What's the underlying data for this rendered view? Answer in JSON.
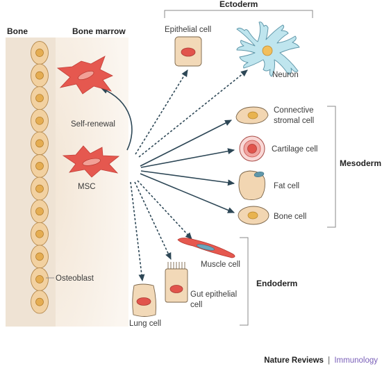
{
  "colors": {
    "bone_column": "#efe3d4",
    "marrow_band": "#f6ece1",
    "osteo_cell": "#f2d1a1",
    "osteo_nucleus": "#e5ad52",
    "msc_red": "#e5584f",
    "arrow": "#2d4756",
    "brace": "#8a8a8a",
    "neuron": "#bfe5ee",
    "credit_accent": "#7a5fb8"
  },
  "headers": {
    "bone": "Bone",
    "bone_marrow": "Bone marrow",
    "ectoderm": "Ectoderm",
    "mesoderm": "Mesoderm",
    "endoderm": "Endoderm"
  },
  "labels": {
    "self_renewal": "Self-renewal",
    "msc": "MSC",
    "osteoblast": "Osteoblast",
    "epithelial_cell": "Epithelial cell",
    "neuron": "Neuron",
    "connective_line1": "Connective",
    "connective_line2": "stromal cell",
    "cartilage_cell": "Cartilage cell",
    "fat_cell": "Fat cell",
    "bone_cell": "Bone cell",
    "muscle_cell": "Muscle cell",
    "gut_line1": "Gut epithelial",
    "gut_line2": "cell",
    "lung_cell": "Lung cell"
  },
  "icons": [
    "msc-cell-icon",
    "osteoblast-cell-icon",
    "epithelial-cell-icon",
    "neuron-icon",
    "connective-stromal-cell-icon",
    "cartilage-cell-icon",
    "fat-cell-icon",
    "bone-cell-icon",
    "muscle-cell-icon",
    "gut-epithelial-cell-icon",
    "lung-cell-icon"
  ],
  "credit": {
    "journal": "Nature Reviews",
    "separator": "|",
    "section": "Immunology"
  }
}
